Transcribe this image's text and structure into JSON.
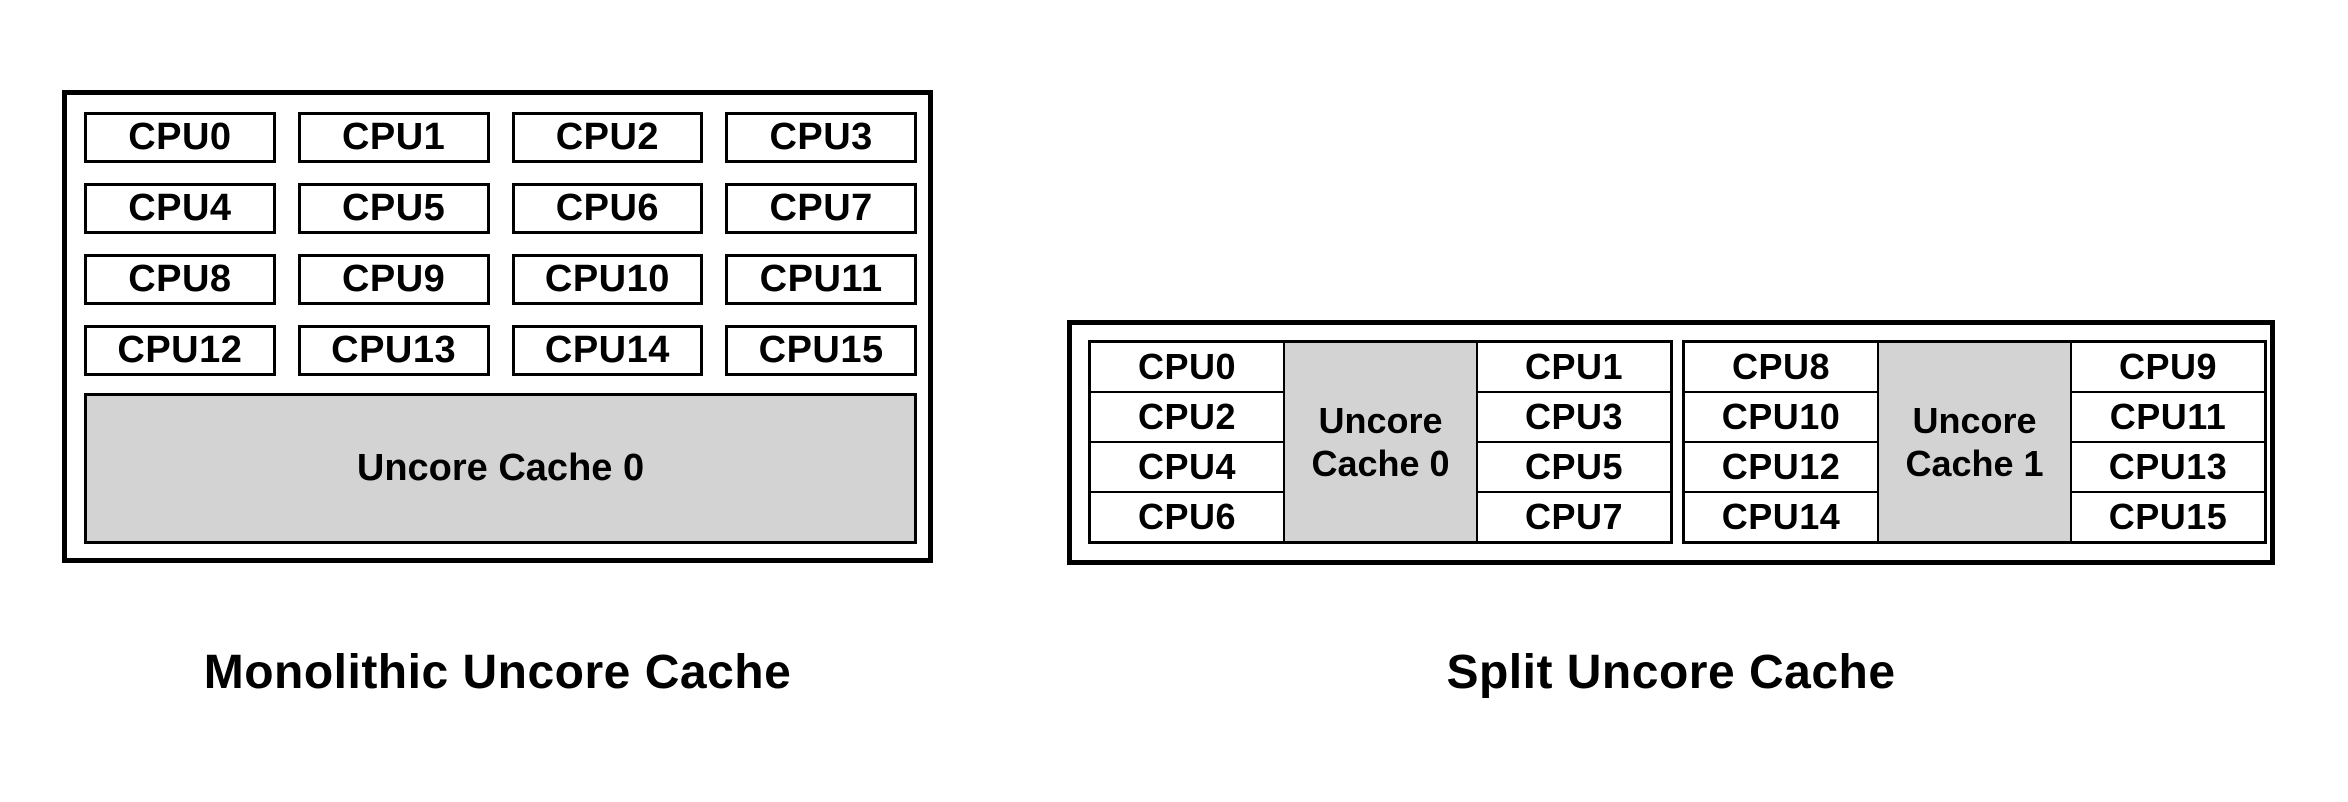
{
  "colors": {
    "background": "#ffffff",
    "border": "#000000",
    "cache_fill": "#d3d3d3",
    "text": "#000000"
  },
  "monolithic": {
    "caption": "Monolithic Uncore Cache",
    "cache_label": "Uncore Cache 0",
    "cpus": [
      "CPU0",
      "CPU1",
      "CPU2",
      "CPU3",
      "CPU4",
      "CPU5",
      "CPU6",
      "CPU7",
      "CPU8",
      "CPU9",
      "CPU10",
      "CPU11",
      "CPU12",
      "CPU13",
      "CPU14",
      "CPU15"
    ]
  },
  "split": {
    "caption": "Split Uncore Cache",
    "groups": [
      {
        "cache_label": "Uncore Cache 0",
        "left_cpus": [
          "CPU0",
          "CPU2",
          "CPU4",
          "CPU6"
        ],
        "right_cpus": [
          "CPU1",
          "CPU3",
          "CPU5",
          "CPU7"
        ]
      },
      {
        "cache_label": "Uncore Cache 1",
        "left_cpus": [
          "CPU8",
          "CPU10",
          "CPU12",
          "CPU14"
        ],
        "right_cpus": [
          "CPU9",
          "CPU11",
          "CPU13",
          "CPU15"
        ]
      }
    ]
  }
}
